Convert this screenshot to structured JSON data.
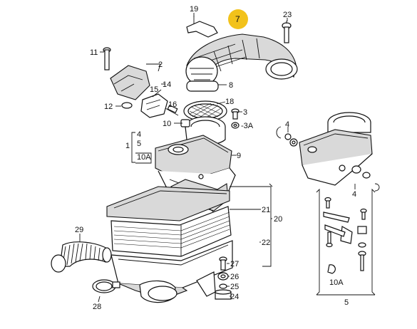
{
  "diagram": {
    "highlight_color": "#f2c21b",
    "highlighted_callout": "7",
    "callouts": {
      "c19": "19",
      "c7": "7",
      "c23": "23",
      "c11": "11",
      "c2": "2",
      "c8": "8",
      "c14": "14",
      "c15": "15",
      "c16": "16",
      "c12": "12",
      "c18": "18",
      "c3": "3",
      "c3a": "-3A",
      "c10": "10",
      "c4": "4",
      "c5": "5",
      "c1": "1",
      "c10a": "10A",
      "c9": "9",
      "c4r": "4",
      "c4r2": "4",
      "c21": "21",
      "c20": "20",
      "c22": "22",
      "c29": "29",
      "c27": "27",
      "c26": "26",
      "c25": "25",
      "c24": "24",
      "c28": "28",
      "c10a2": "10A",
      "c5b": "5"
    }
  }
}
